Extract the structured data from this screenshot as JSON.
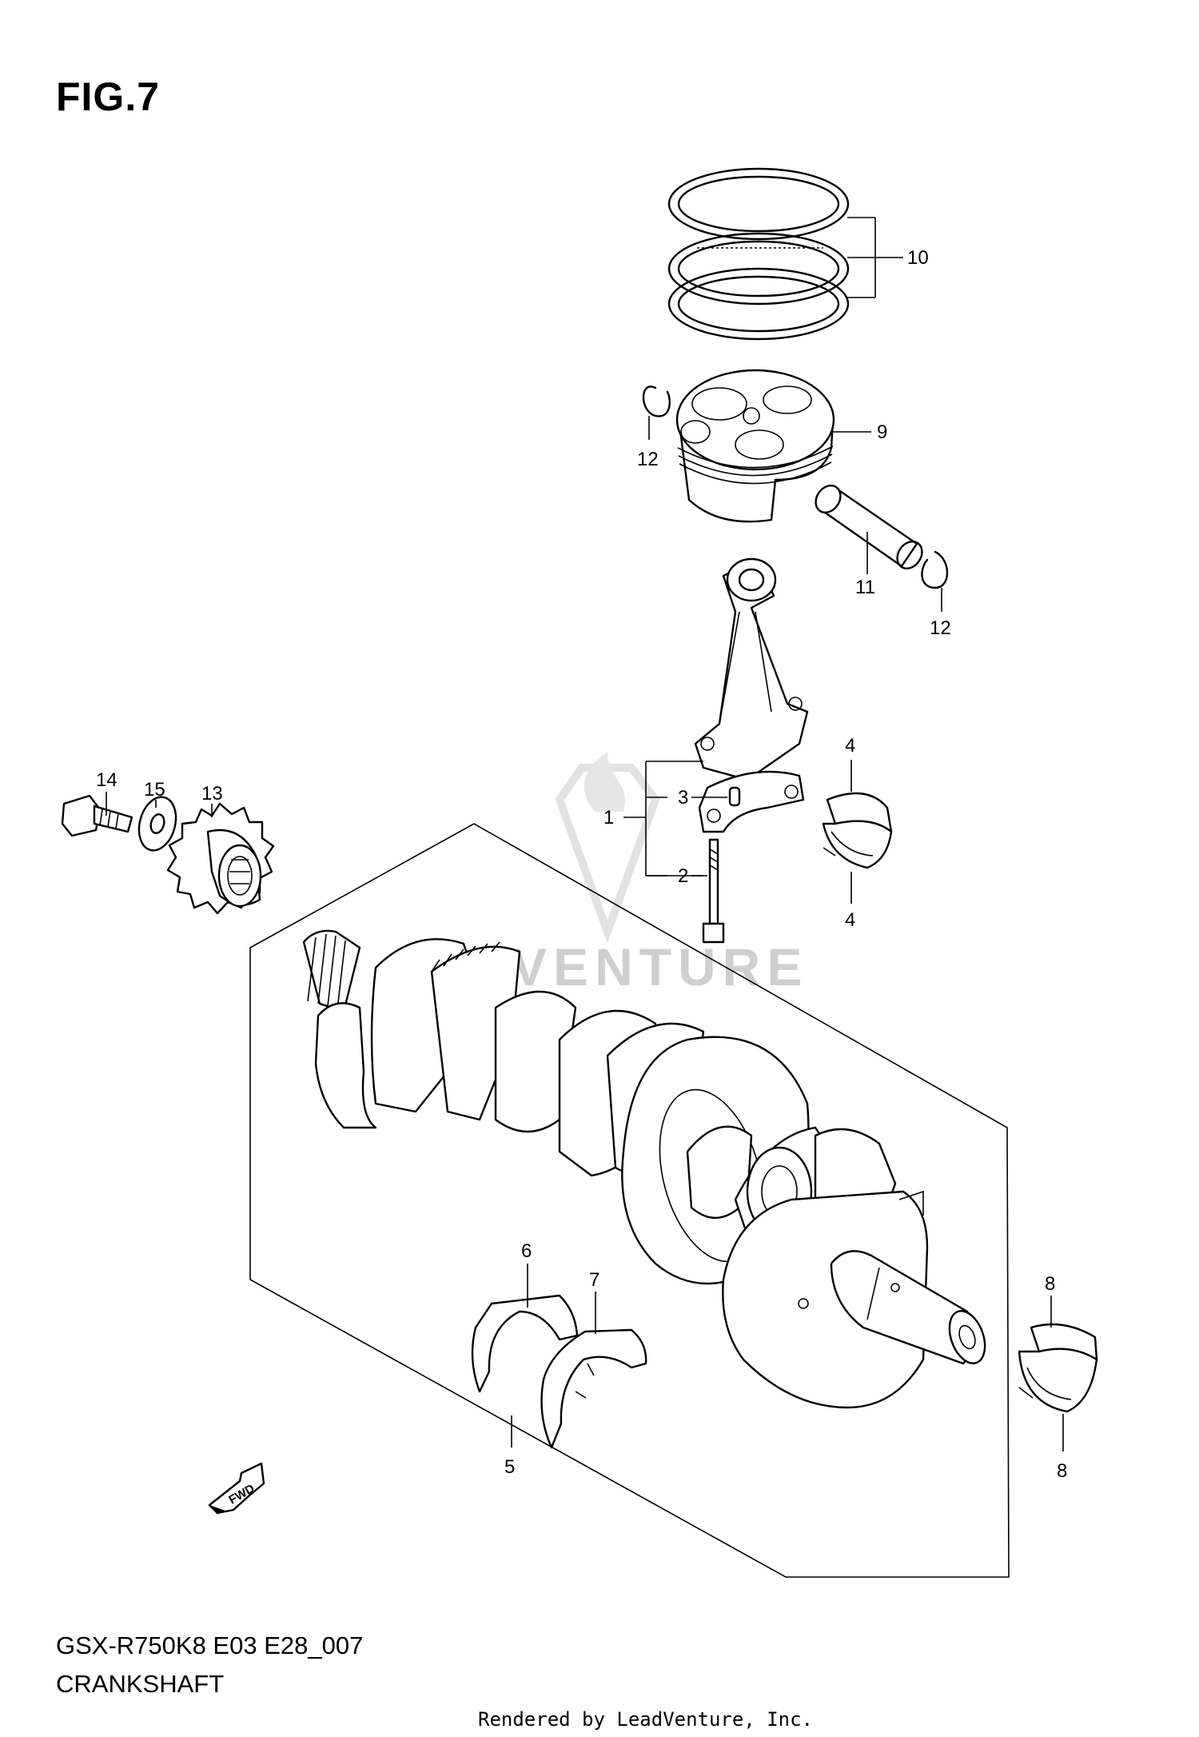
{
  "figure": {
    "title": "FIG.7"
  },
  "footer": {
    "model_code": "GSX-R750K8 E03 E28_007",
    "name": "CRANKSHAFT",
    "rendered_by": "Rendered by LeadVenture, Inc."
  },
  "watermark": {
    "text": "VENTURE",
    "color": "#cfcfcf"
  },
  "fwd_label": "FWD",
  "callouts": {
    "c1": "1",
    "c2": "2",
    "c3": "3",
    "c4a": "4",
    "c4b": "4",
    "c5": "5",
    "c6": "6",
    "c7": "7",
    "c8a": "8",
    "c8b": "8",
    "c9": "9",
    "c10": "10",
    "c11": "11",
    "c12a": "12",
    "c12b": "12",
    "c13": "13",
    "c14": "14",
    "c15": "15"
  }
}
